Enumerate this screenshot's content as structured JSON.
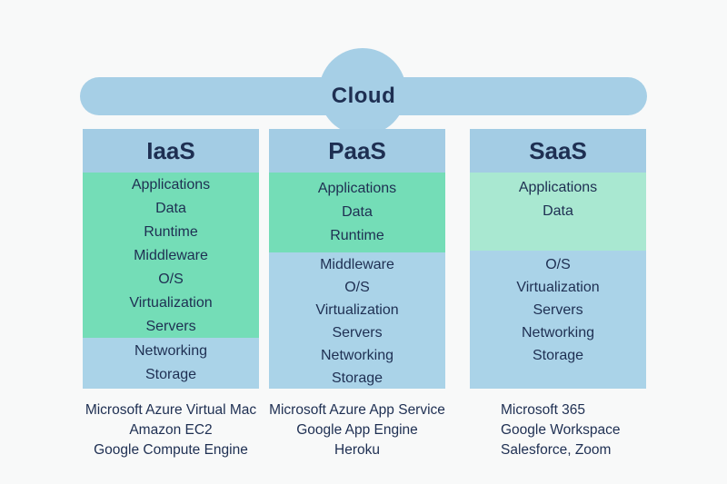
{
  "cloud": {
    "title": "Cloud"
  },
  "colors": {
    "bg": "#f8f9f9",
    "bar_blue": "#a6cfe6",
    "header_blue": "#a3cce4",
    "section_blue": "#aad3e8",
    "green": "#74ddb7",
    "green_light": "#a9e8d1",
    "text_navy": "#1e2f52"
  },
  "columns": [
    {
      "id": "iaas",
      "header": "IaaS",
      "green_layers": [
        "Applications",
        "Data",
        "Runtime",
        "Middleware",
        "O/S",
        "Virtualization",
        "Servers"
      ],
      "blue_layers": [
        "Networking",
        "Storage"
      ],
      "examples": [
        "Microsoft Azure Virtual Mac",
        "Amazon EC2",
        "Google Compute Engine"
      ]
    },
    {
      "id": "paas",
      "header": "PaaS",
      "green_layers": [
        "Applications",
        "Data",
        "Runtime"
      ],
      "blue_layers": [
        "Middleware",
        "O/S",
        "Virtualization",
        "Servers",
        "Networking",
        "Storage"
      ],
      "examples": [
        "Microsoft Azure App Service",
        "Google App Engine",
        "Heroku"
      ]
    },
    {
      "id": "saas",
      "header": "SaaS",
      "green_layers": [
        "Applications",
        "Data"
      ],
      "blue_layers": [
        "O/S",
        "Virtualization",
        "Servers",
        "Networking",
        "Storage"
      ],
      "examples": [
        "Microsoft 365",
        "Google Workspace",
        "Salesforce, Zoom"
      ]
    }
  ]
}
